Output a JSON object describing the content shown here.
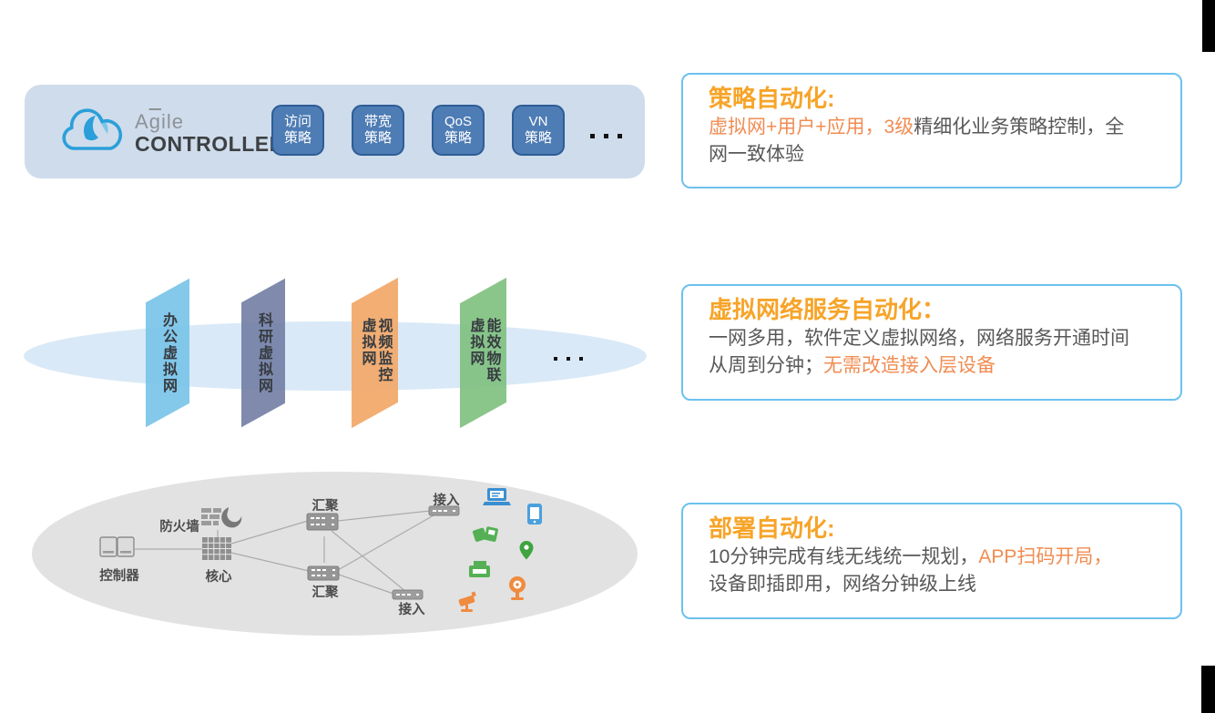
{
  "palette": {
    "top_bar_bg": "#cfdcec",
    "chip_bg": "#4e7cb4",
    "chip_border": "#2e5d95",
    "callout_border": "#6cc1ef",
    "title_orange": "#f7a428",
    "inline_orange": "#f08c52",
    "body_dark": "#595757",
    "vn_ellipse_blue": "#d9e9f7",
    "phys_ellipse_gray": "#e2e2e2",
    "panel_blue": "#79c3e8",
    "panel_slate": "#7480a6",
    "panel_orange": "#f2a768",
    "panel_green": "#80c080",
    "device_blue": "#3a8fd1",
    "device_green": "#55b055",
    "device_orange": "#ef8b3f"
  },
  "logo": {
    "brand_a": "A",
    "brand_g": "g",
    "brand_rest": "ile",
    "product": "CONTROLLER"
  },
  "top_bar": {
    "chips": [
      {
        "line1": "访问",
        "line2": "策略"
      },
      {
        "line1": "带宽",
        "line2": "策略"
      },
      {
        "line1": "QoS",
        "line2": "策略"
      },
      {
        "line1": "VN",
        "line2": "策略"
      }
    ],
    "more": "..."
  },
  "virtual_networks": {
    "panels": [
      {
        "label": "办公虚拟网"
      },
      {
        "label": "科研虚拟网"
      },
      {
        "label": "视频监控虚拟网"
      },
      {
        "label": "能效物联虚拟网"
      }
    ],
    "more": "..."
  },
  "physical_network": {
    "labels": {
      "controller": "控制器",
      "firewall": "防火墙",
      "core": "核心",
      "agg_top": "汇聚",
      "agg_bottom": "汇聚",
      "access_top": "接入",
      "access_bottom": "接入"
    },
    "device_icons": [
      "laptop",
      "smartphone",
      "handheld-terminals",
      "location-pin",
      "printer",
      "webcam",
      "surveillance-camera"
    ]
  },
  "callouts": [
    {
      "title": "策略自动化:",
      "segments": [
        {
          "text": "虚拟网+用户+应用，3级",
          "color": "orange"
        },
        {
          "text": "精细化业务策略控制，全网一致体验",
          "color": "dark"
        }
      ]
    },
    {
      "title": "虚拟网络服务自动化：",
      "segments": [
        {
          "text": "一网多用，软件定义虚拟网络，网络服务开通时间从周到分钟；",
          "color": "dark"
        },
        {
          "text": "无需改造接入层设备",
          "color": "orange"
        }
      ]
    },
    {
      "title": "部署自动化:",
      "segments": [
        {
          "text": "10分钟完成有线无线统一规划，",
          "color": "dark"
        },
        {
          "text": "APP扫码开局，",
          "color": "orange"
        },
        {
          "text": "设备即插即用，网络分钟级上线",
          "color": "dark"
        }
      ]
    }
  ]
}
